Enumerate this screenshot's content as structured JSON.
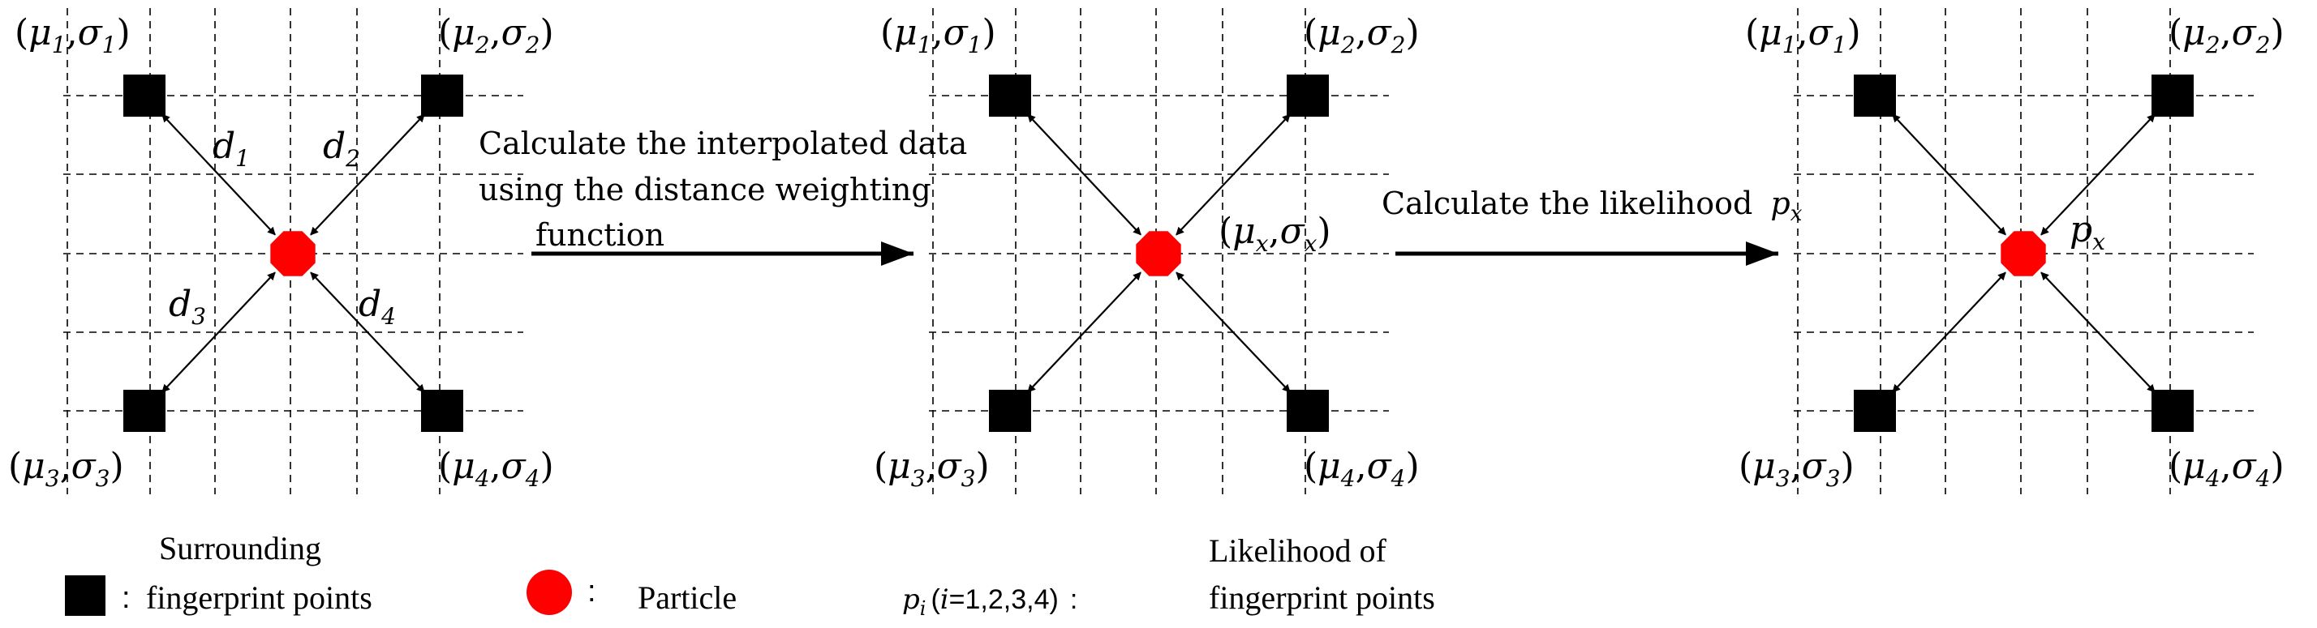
{
  "colors": {
    "fingerprint_point": "#000000",
    "particle": "#ff0000",
    "grid": "#000000",
    "background": "#ffffff"
  },
  "panels": [
    {
      "corner_labels": [
        {
          "sym": "μ",
          "sub": "1",
          "sym2": "σ",
          "sub2": "1"
        },
        {
          "sym": "μ",
          "sub": "2",
          "sym2": "σ",
          "sub2": "2"
        },
        {
          "sym": "μ",
          "sub": "3",
          "sym2": "σ",
          "sub2": "3"
        },
        {
          "sym": "μ",
          "sub": "4",
          "sym2": "σ",
          "sub2": "4"
        }
      ],
      "distance_labels": [
        {
          "sym": "d",
          "sub": "1"
        },
        {
          "sym": "d",
          "sub": "2"
        },
        {
          "sym": "d",
          "sub": "3"
        },
        {
          "sym": "d",
          "sub": "4"
        }
      ],
      "center_label": null
    },
    {
      "corner_labels": [
        {
          "sym": "μ",
          "sub": "1",
          "sym2": "σ",
          "sub2": "1"
        },
        {
          "sym": "μ",
          "sub": "2",
          "sym2": "σ",
          "sub2": "2"
        },
        {
          "sym": "μ",
          "sub": "3",
          "sym2": "σ",
          "sub2": "3"
        },
        {
          "sym": "μ",
          "sub": "4",
          "sym2": "σ",
          "sub2": "4"
        }
      ],
      "distance_labels": [],
      "center_label": {
        "sym": "μ",
        "sub": "x",
        "sym2": "σ",
        "sub2": "x"
      }
    },
    {
      "corner_labels": [
        {
          "sym": "μ",
          "sub": "1",
          "sym2": "σ",
          "sub2": "1"
        },
        {
          "sym": "μ",
          "sub": "2",
          "sym2": "σ",
          "sub2": "2"
        },
        {
          "sym": "μ",
          "sub": "3",
          "sym2": "σ",
          "sub2": "3"
        },
        {
          "sym": "μ",
          "sub": "4",
          "sym2": "σ",
          "sub2": "4"
        }
      ],
      "distance_labels": [],
      "center_label": {
        "sym": "p",
        "sub": "x"
      }
    }
  ],
  "arrows": [
    {
      "lines": [
        "Calculate the interpolated data",
        "using the distance weighting",
        "function"
      ]
    },
    {
      "lines": [
        "Calculate the likelihood"
      ],
      "math_suffix": {
        "sym": "p",
        "sub": "x"
      }
    }
  ],
  "legend": {
    "fingerprint": {
      "icon": "black-square-icon",
      "colon": ":",
      "line1": "Surrounding",
      "line2": "fingerprint points"
    },
    "particle": {
      "icon": "red-circle-icon",
      "colon": ":",
      "label": "Particle"
    },
    "likelihood": {
      "sym": "p",
      "sub": "i",
      "paren_open": "(",
      "var": "i",
      "eq": "=1,2,3,4)",
      "colon": ":",
      "line1": "Likelihood of",
      "line2": "fingerprint points"
    }
  }
}
